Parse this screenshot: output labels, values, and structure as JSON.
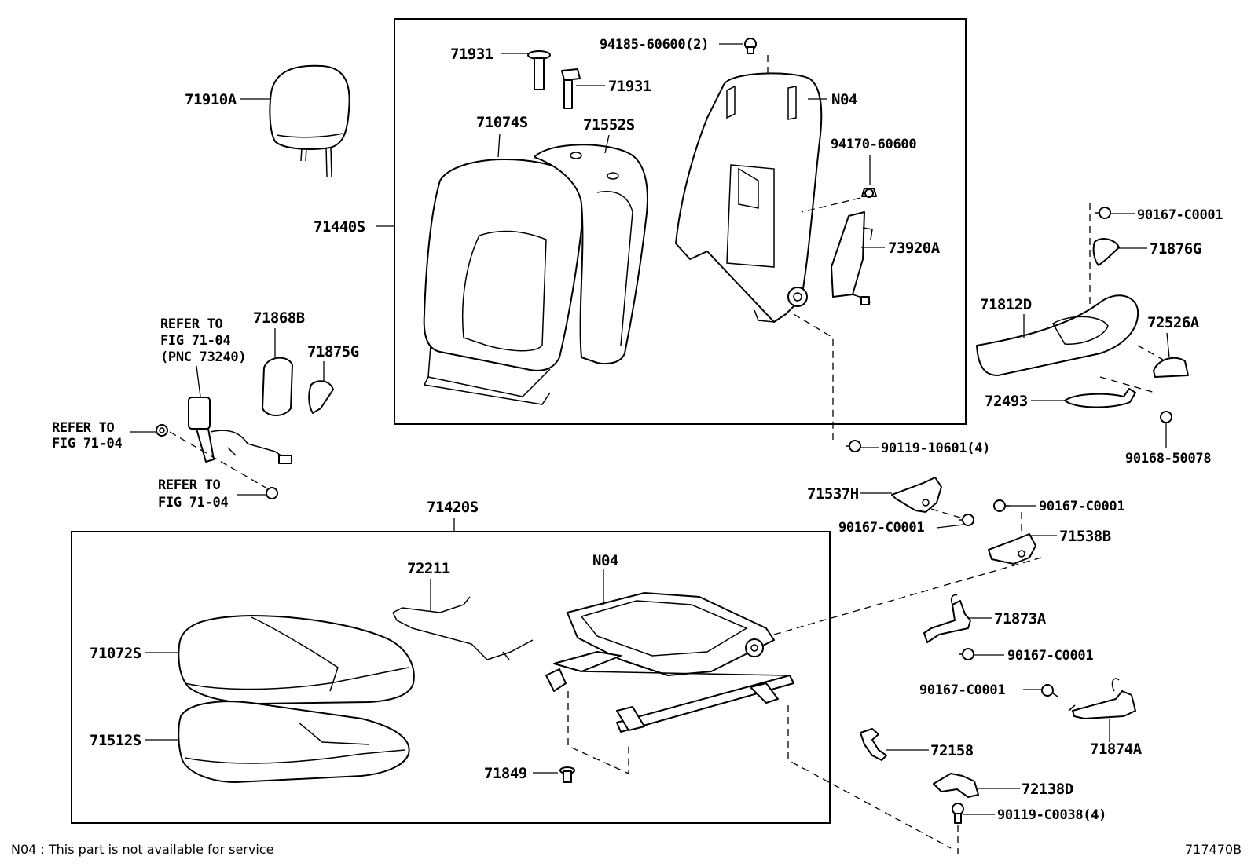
{
  "diagram": {
    "figure_number": "717470B",
    "footnote": "N04 : This part is not available for service",
    "labels": {
      "71910A": "71910A",
      "71931_top": "71931",
      "71931_side": "71931",
      "71074S": "71074S",
      "71552S": "71552S",
      "94185": "94185-60600(2)",
      "N04_back": "N04",
      "94170": "94170-60600",
      "71440S": "71440S",
      "73920A": "73920A",
      "90167_a": "90167-C0001",
      "71876G": "71876G",
      "71812D": "71812D",
      "72526A": "72526A",
      "72493": "72493",
      "90168": "90168-50078",
      "refer_belt_1": "REFER TO",
      "refer_belt_2": "FIG 71-04",
      "refer_belt_3": "(PNC 73240)",
      "71868B": "71868B",
      "71875G": "71875G",
      "refer_a_1": "REFER TO",
      "refer_a_2": "FIG 71-04",
      "refer_b_1": "REFER TO",
      "refer_b_2": "FIG 71-04",
      "90119_10601": "90119-10601(4)",
      "71537H": "71537H",
      "90167_b": "90167-C0001",
      "90167_c": "90167-C0001",
      "71538B": "71538B",
      "71420S": "71420S",
      "72211": "72211",
      "N04_cushion": "N04",
      "71072S": "71072S",
      "71512S": "71512S",
      "71849": "71849",
      "71873A": "71873A",
      "90167_d": "90167-C0001",
      "90167_e": "90167-C0001",
      "71874A": "71874A",
      "72158": "72158",
      "72138D": "72138D",
      "90119_C0038": "90119-C0038(4)"
    }
  }
}
